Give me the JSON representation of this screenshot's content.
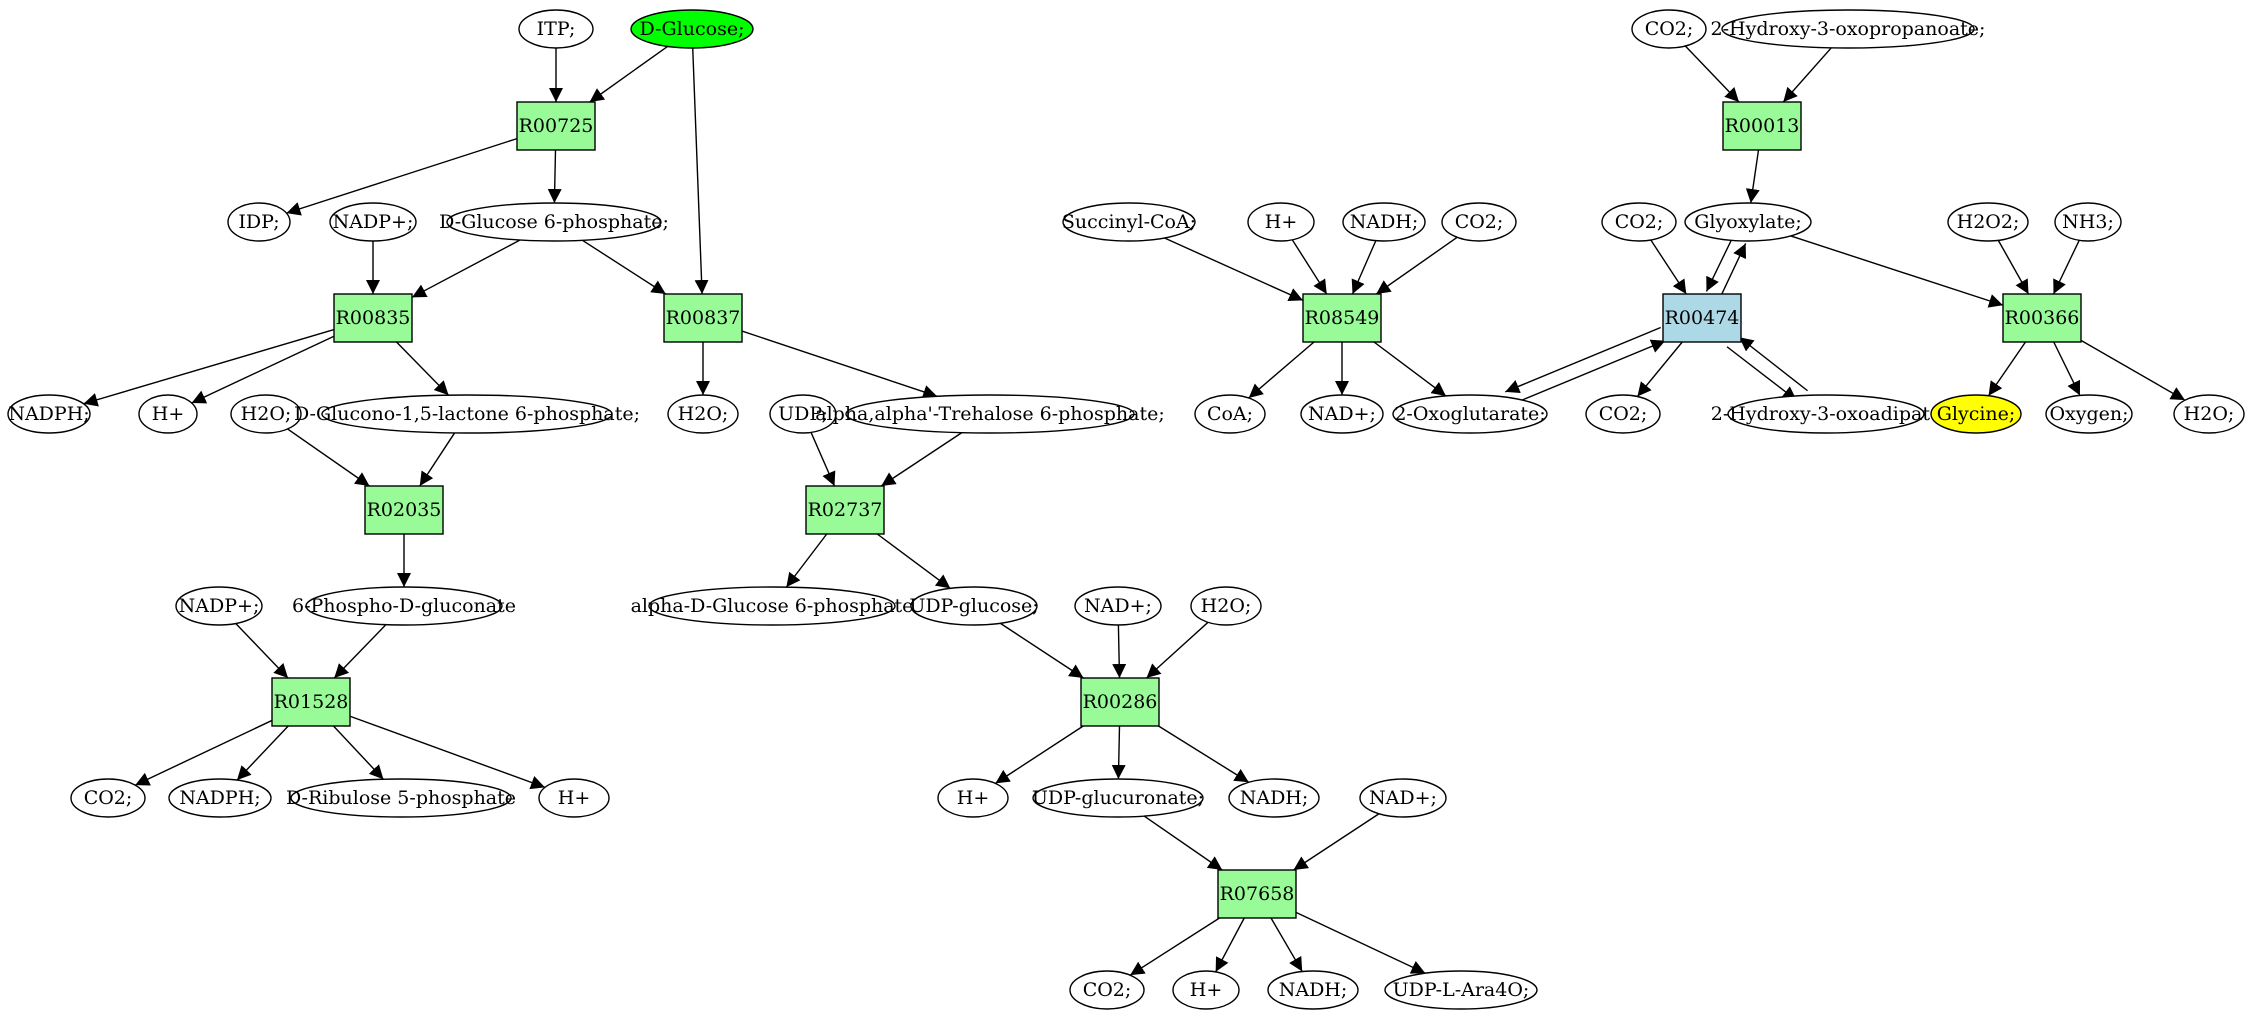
{
  "colors": {
    "reaction": "#98fb98",
    "reaction_highlight": "#add8e6",
    "source": "#00ff00",
    "target": "#ffff00",
    "default_metabolite": "#ffffff"
  },
  "nodes": [
    {
      "id": "m_itp",
      "kind": "metabolite",
      "label": "ITP;",
      "color": "#ffffff"
    },
    {
      "id": "m_dglucose",
      "kind": "metabolite",
      "label": "D-Glucose;",
      "color": "#00ff00"
    },
    {
      "id": "r_R00725",
      "kind": "reaction",
      "label": "R00725",
      "color": "#98fb98"
    },
    {
      "id": "m_idp",
      "kind": "metabolite",
      "label": "IDP;",
      "color": "#ffffff"
    },
    {
      "id": "m_nadp1",
      "kind": "metabolite",
      "label": "NADP+;",
      "color": "#ffffff"
    },
    {
      "id": "m_g6p",
      "kind": "metabolite",
      "label": "D-Glucose 6-phosphate;",
      "color": "#ffffff"
    },
    {
      "id": "r_R00835",
      "kind": "reaction",
      "label": "R00835",
      "color": "#98fb98"
    },
    {
      "id": "r_R00837",
      "kind": "reaction",
      "label": "R00837",
      "color": "#98fb98"
    },
    {
      "id": "m_nadph1",
      "kind": "metabolite",
      "label": "NADPH;",
      "color": "#ffffff"
    },
    {
      "id": "m_h1",
      "kind": "metabolite",
      "label": "H+",
      "color": "#ffffff"
    },
    {
      "id": "m_h2o1",
      "kind": "metabolite",
      "label": "H2O;",
      "color": "#ffffff"
    },
    {
      "id": "m_glucono",
      "kind": "metabolite",
      "label": "D-Glucono-1,5-lactone 6-phosphate;",
      "color": "#ffffff"
    },
    {
      "id": "m_h2o2",
      "kind": "metabolite",
      "label": "H2O;",
      "color": "#ffffff"
    },
    {
      "id": "m_udp",
      "kind": "metabolite",
      "label": "UDP;",
      "color": "#ffffff"
    },
    {
      "id": "m_trehalose",
      "kind": "metabolite",
      "label": "alpha,alpha'-Trehalose 6-phosphate;",
      "color": "#ffffff"
    },
    {
      "id": "r_R02035",
      "kind": "reaction",
      "label": "R02035",
      "color": "#98fb98"
    },
    {
      "id": "r_R02737",
      "kind": "reaction",
      "label": "R02737",
      "color": "#98fb98"
    },
    {
      "id": "m_nadp2",
      "kind": "metabolite",
      "label": "NADP+;",
      "color": "#ffffff"
    },
    {
      "id": "m_6pg",
      "kind": "metabolite",
      "label": "6-Phospho-D-gluconate",
      "color": "#ffffff"
    },
    {
      "id": "m_ag6p",
      "kind": "metabolite",
      "label": "alpha-D-Glucose 6-phosphate",
      "color": "#ffffff"
    },
    {
      "id": "m_udpglc",
      "kind": "metabolite",
      "label": "UDP-glucose;",
      "color": "#ffffff"
    },
    {
      "id": "m_nad1",
      "kind": "metabolite",
      "label": "NAD+;",
      "color": "#ffffff"
    },
    {
      "id": "m_h2o3",
      "kind": "metabolite",
      "label": "H2O;",
      "color": "#ffffff"
    },
    {
      "id": "r_R01528",
      "kind": "reaction",
      "label": "R01528",
      "color": "#98fb98"
    },
    {
      "id": "r_R00286",
      "kind": "reaction",
      "label": "R00286",
      "color": "#98fb98"
    },
    {
      "id": "m_co2_1",
      "kind": "metabolite",
      "label": "CO2;",
      "color": "#ffffff"
    },
    {
      "id": "m_nadph2",
      "kind": "metabolite",
      "label": "NADPH;",
      "color": "#ffffff"
    },
    {
      "id": "m_ribulose",
      "kind": "metabolite",
      "label": "D-Ribulose 5-phosphate",
      "color": "#ffffff"
    },
    {
      "id": "m_h2",
      "kind": "metabolite",
      "label": "H+",
      "color": "#ffffff"
    },
    {
      "id": "m_h3",
      "kind": "metabolite",
      "label": "H+",
      "color": "#ffffff"
    },
    {
      "id": "m_udpgluc",
      "kind": "metabolite",
      "label": "UDP-glucuronate;",
      "color": "#ffffff"
    },
    {
      "id": "m_nadh1",
      "kind": "metabolite",
      "label": "NADH;",
      "color": "#ffffff"
    },
    {
      "id": "m_nad2",
      "kind": "metabolite",
      "label": "NAD+;",
      "color": "#ffffff"
    },
    {
      "id": "r_R07658",
      "kind": "reaction",
      "label": "R07658",
      "color": "#98fb98"
    },
    {
      "id": "m_co2_2",
      "kind": "metabolite",
      "label": "CO2;",
      "color": "#ffffff"
    },
    {
      "id": "m_h4",
      "kind": "metabolite",
      "label": "H+",
      "color": "#ffffff"
    },
    {
      "id": "m_nadh2",
      "kind": "metabolite",
      "label": "NADH;",
      "color": "#ffffff"
    },
    {
      "id": "m_udpara",
      "kind": "metabolite",
      "label": "UDP-L-Ara4O;",
      "color": "#ffffff"
    },
    {
      "id": "m_succcoa",
      "kind": "metabolite",
      "label": "Succinyl-CoA;",
      "color": "#ffffff"
    },
    {
      "id": "m_h5",
      "kind": "metabolite",
      "label": "H+",
      "color": "#ffffff"
    },
    {
      "id": "m_nadh3",
      "kind": "metabolite",
      "label": "NADH;",
      "color": "#ffffff"
    },
    {
      "id": "m_co2_3",
      "kind": "metabolite",
      "label": "CO2;",
      "color": "#ffffff"
    },
    {
      "id": "r_R08549",
      "kind": "reaction",
      "label": "R08549",
      "color": "#98fb98"
    },
    {
      "id": "m_coa",
      "kind": "metabolite",
      "label": "CoA;",
      "color": "#ffffff"
    },
    {
      "id": "m_nad3",
      "kind": "metabolite",
      "label": "NAD+;",
      "color": "#ffffff"
    },
    {
      "id": "m_oxoglut",
      "kind": "metabolite",
      "label": "2-Oxoglutarate;",
      "color": "#ffffff"
    },
    {
      "id": "m_co2_4",
      "kind": "metabolite",
      "label": "CO2;",
      "color": "#ffffff"
    },
    {
      "id": "m_hydroxyoxo",
      "kind": "metabolite",
      "label": "2-Hydroxy-3-oxopropanoate;",
      "color": "#ffffff"
    },
    {
      "id": "r_R00013",
      "kind": "reaction",
      "label": "R00013",
      "color": "#98fb98"
    },
    {
      "id": "m_co2_5",
      "kind": "metabolite",
      "label": "CO2;",
      "color": "#ffffff"
    },
    {
      "id": "m_glyoxylate",
      "kind": "metabolite",
      "label": "Glyoxylate;",
      "color": "#ffffff"
    },
    {
      "id": "m_h2o2b",
      "kind": "metabolite",
      "label": "H2O2;",
      "color": "#ffffff"
    },
    {
      "id": "m_nh3",
      "kind": "metabolite",
      "label": "NH3;",
      "color": "#ffffff"
    },
    {
      "id": "r_R00474",
      "kind": "reaction",
      "label": "R00474",
      "color": "#add8e6"
    },
    {
      "id": "r_R00366",
      "kind": "reaction",
      "label": "R00366",
      "color": "#98fb98"
    },
    {
      "id": "m_co2_6",
      "kind": "metabolite",
      "label": "CO2;",
      "color": "#ffffff"
    },
    {
      "id": "m_hydroxyadip",
      "kind": "metabolite",
      "label": "2-Hydroxy-3-oxoadipate",
      "color": "#ffffff"
    },
    {
      "id": "m_glycine",
      "kind": "metabolite",
      "label": "Glycine;",
      "color": "#ffff00"
    },
    {
      "id": "m_oxygen",
      "kind": "metabolite",
      "label": "Oxygen;",
      "color": "#ffffff"
    },
    {
      "id": "m_h2o4",
      "kind": "metabolite",
      "label": "H2O;",
      "color": "#ffffff"
    }
  ],
  "edges": [
    [
      "m_itp",
      "r_R00725"
    ],
    [
      "m_dglucose",
      "r_R00725"
    ],
    [
      "m_dglucose",
      "r_R00837"
    ],
    [
      "r_R00725",
      "m_idp"
    ],
    [
      "r_R00725",
      "m_g6p"
    ],
    [
      "m_nadp1",
      "r_R00835"
    ],
    [
      "m_g6p",
      "r_R00835"
    ],
    [
      "m_g6p",
      "r_R00837"
    ],
    [
      "r_R00835",
      "m_nadph1"
    ],
    [
      "r_R00835",
      "m_h1"
    ],
    [
      "r_R00835",
      "m_glucono"
    ],
    [
      "r_R00837",
      "m_h2o2"
    ],
    [
      "r_R00837",
      "m_trehalose"
    ],
    [
      "m_h2o1",
      "r_R02035"
    ],
    [
      "m_glucono",
      "r_R02035"
    ],
    [
      "r_R02035",
      "m_6pg"
    ],
    [
      "m_udp",
      "r_R02737"
    ],
    [
      "m_trehalose",
      "r_R02737"
    ],
    [
      "r_R02737",
      "m_ag6p"
    ],
    [
      "r_R02737",
      "m_udpglc"
    ],
    [
      "m_nadp2",
      "r_R01528"
    ],
    [
      "m_6pg",
      "r_R01528"
    ],
    [
      "r_R01528",
      "m_co2_1"
    ],
    [
      "r_R01528",
      "m_nadph2"
    ],
    [
      "r_R01528",
      "m_ribulose"
    ],
    [
      "r_R01528",
      "m_h2"
    ],
    [
      "m_udpglc",
      "r_R00286"
    ],
    [
      "m_nad1",
      "r_R00286"
    ],
    [
      "m_h2o3",
      "r_R00286"
    ],
    [
      "r_R00286",
      "m_h3"
    ],
    [
      "r_R00286",
      "m_udpgluc"
    ],
    [
      "r_R00286",
      "m_nadh1"
    ],
    [
      "m_udpgluc",
      "r_R07658"
    ],
    [
      "m_nad2",
      "r_R07658"
    ],
    [
      "r_R07658",
      "m_co2_2"
    ],
    [
      "r_R07658",
      "m_h4"
    ],
    [
      "r_R07658",
      "m_nadh2"
    ],
    [
      "r_R07658",
      "m_udpara"
    ],
    [
      "m_succcoa",
      "r_R08549"
    ],
    [
      "m_h5",
      "r_R08549"
    ],
    [
      "m_nadh3",
      "r_R08549"
    ],
    [
      "m_co2_3",
      "r_R08549"
    ],
    [
      "r_R08549",
      "m_coa"
    ],
    [
      "r_R08549",
      "m_nad3"
    ],
    [
      "r_R08549",
      "m_oxoglut"
    ],
    [
      "m_co2_4",
      "r_R00013"
    ],
    [
      "m_hydroxyoxo",
      "r_R00013"
    ],
    [
      "r_R00013",
      "m_glyoxylate"
    ],
    [
      "m_co2_5",
      "r_R00474"
    ],
    [
      "m_glyoxylate",
      "r_R00474"
    ],
    [
      "r_R00474",
      "m_glyoxylate"
    ],
    [
      "m_oxoglut",
      "r_R00474"
    ],
    [
      "r_R00474",
      "m_oxoglut"
    ],
    [
      "r_R00474",
      "m_co2_6"
    ],
    [
      "r_R00474",
      "m_hydroxyadip"
    ],
    [
      "m_hydroxyadip",
      "r_R00474"
    ],
    [
      "m_glyoxylate",
      "r_R00366"
    ],
    [
      "m_h2o2b",
      "r_R00366"
    ],
    [
      "m_nh3",
      "r_R00366"
    ],
    [
      "r_R00366",
      "m_glycine"
    ],
    [
      "r_R00366",
      "m_oxygen"
    ],
    [
      "r_R00366",
      "m_h2o4"
    ]
  ]
}
